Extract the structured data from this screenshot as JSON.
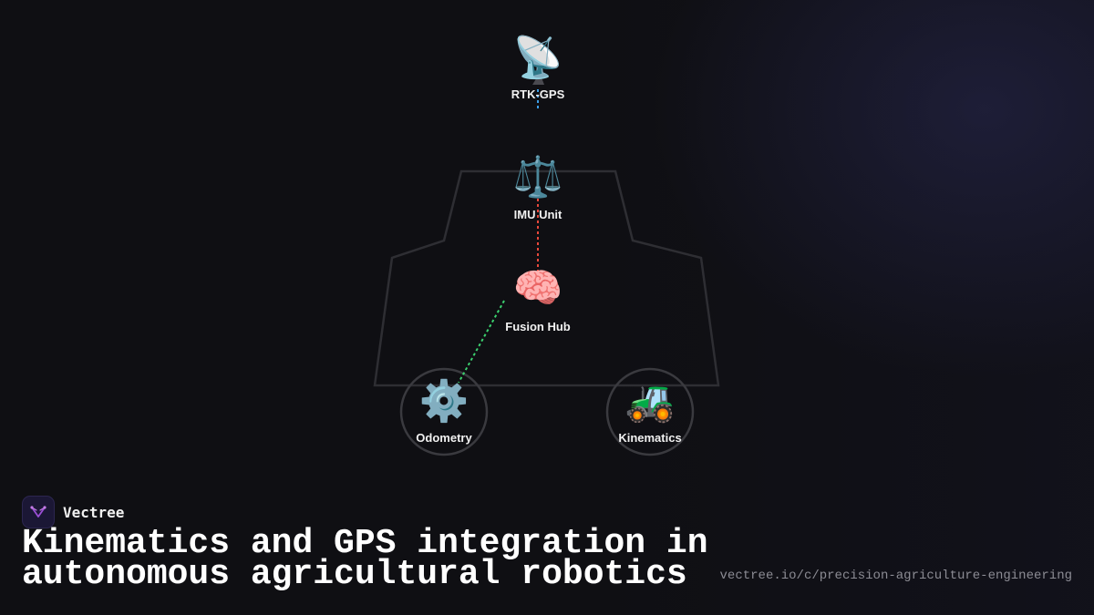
{
  "diagram": {
    "nodes": [
      {
        "id": "rtk-gps",
        "label": "RTK-GPS",
        "icon": "satellite-dish-icon",
        "glyph": "📡"
      },
      {
        "id": "imu-unit",
        "label": "IMU Unit",
        "icon": "balance-scale-icon",
        "glyph": "⚖️"
      },
      {
        "id": "fusion-hub",
        "label": "Fusion Hub",
        "icon": "brain-icon",
        "glyph": "🧠"
      },
      {
        "id": "odometry",
        "label": "Odometry",
        "icon": "gear-icon",
        "glyph": "⚙️"
      },
      {
        "id": "kinematics",
        "label": "Kinematics",
        "icon": "tractor-icon",
        "glyph": "🚜"
      }
    ],
    "edges": [
      {
        "from": "rtk-gps",
        "to": "imu-unit",
        "color": "#3b9ee8"
      },
      {
        "from": "imu-unit",
        "to": "fusion-hub",
        "color": "#e8483b"
      },
      {
        "from": "fusion-hub",
        "to": "odometry",
        "color": "#3bd16f"
      }
    ],
    "colors": {
      "outline": "#2e2e33",
      "circle": "#3a3a3f",
      "label": "#f1f1f1"
    }
  },
  "brand": {
    "name": "Vectree",
    "logo_color": "#9b4fd6"
  },
  "title": "Kinematics and GPS integration in autonomous agricultural robotics",
  "url": "vectree.io/c/precision-agriculture-engineering"
}
